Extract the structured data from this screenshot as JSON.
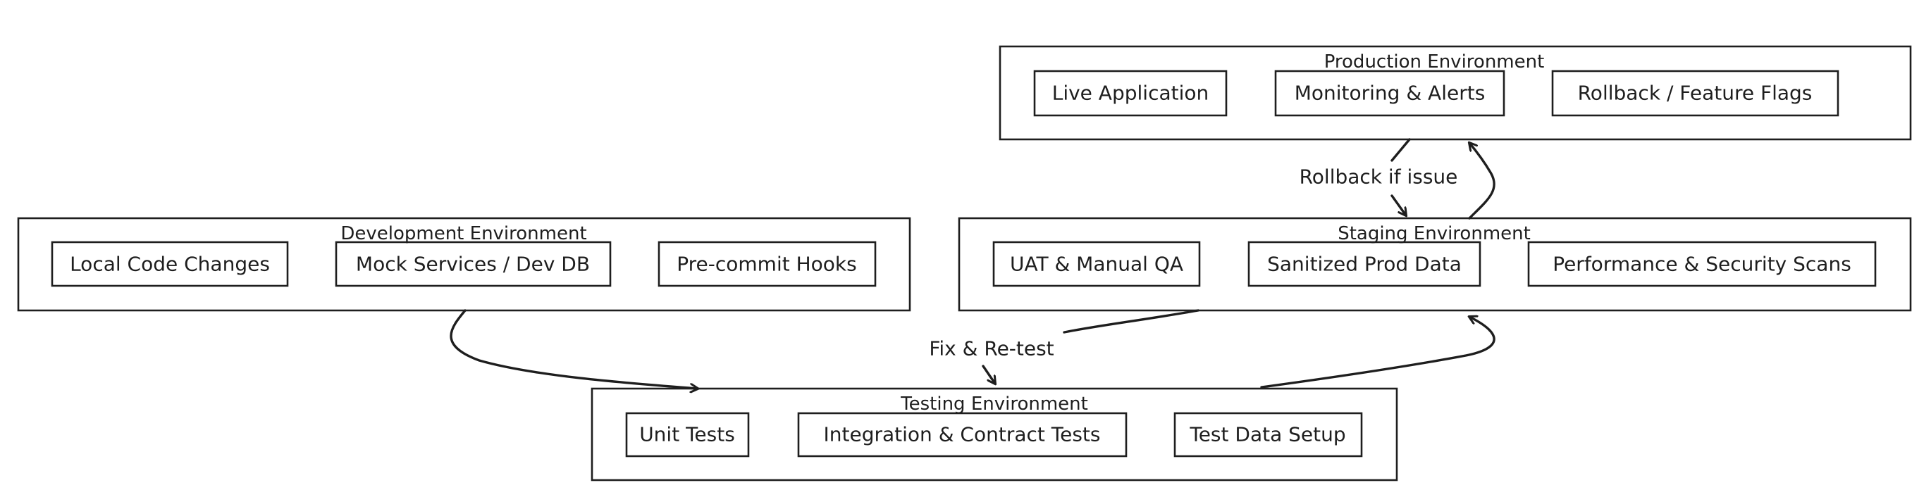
{
  "diagram": {
    "environments": {
      "production": {
        "title": "Production Environment",
        "nodes": [
          "Live Application",
          "Monitoring & Alerts",
          "Rollback / Feature Flags"
        ]
      },
      "development": {
        "title": "Development Environment",
        "nodes": [
          "Local Code Changes",
          "Mock Services / Dev DB",
          "Pre-commit Hooks"
        ]
      },
      "staging": {
        "title": "Staging Environment",
        "nodes": [
          "UAT & Manual QA",
          "Sanitized Prod Data",
          "Performance & Security Scans"
        ]
      },
      "testing": {
        "title": "Testing Environment",
        "nodes": [
          "Unit Tests",
          "Integration & Contract Tests",
          "Test Data Setup"
        ]
      }
    },
    "edge_labels": {
      "rollback": "Rollback if issue",
      "fix_retest": "Fix & Re-test"
    },
    "colors": {
      "stroke": "#1e1e1e",
      "background": "#ffffff"
    }
  }
}
